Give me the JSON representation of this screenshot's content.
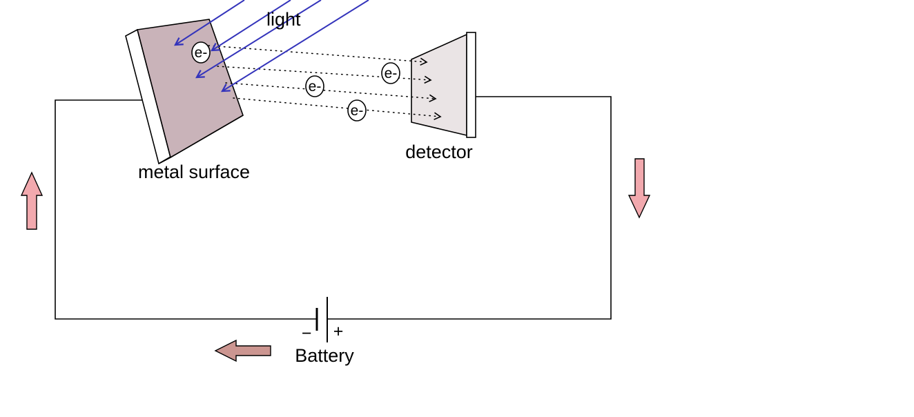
{
  "labels": {
    "light": "light",
    "metal_surface": "metal surface",
    "detector": "detector",
    "battery": "Battery",
    "battery_minus": "−",
    "battery_plus": "+",
    "electron": "e-"
  },
  "electrons": {
    "symbol": "e-",
    "count": 4
  },
  "colors": {
    "wire": "#000000",
    "light_ray": "#3434bb",
    "plate_face": "#c9b3b9",
    "plate_edge": "#ffffff",
    "detector_fill": "#eae4e5",
    "flow_arrow_fill": "#f2a9ae",
    "battery_arrow_fill": "#cc9691",
    "arrow_outline": "#000000"
  }
}
